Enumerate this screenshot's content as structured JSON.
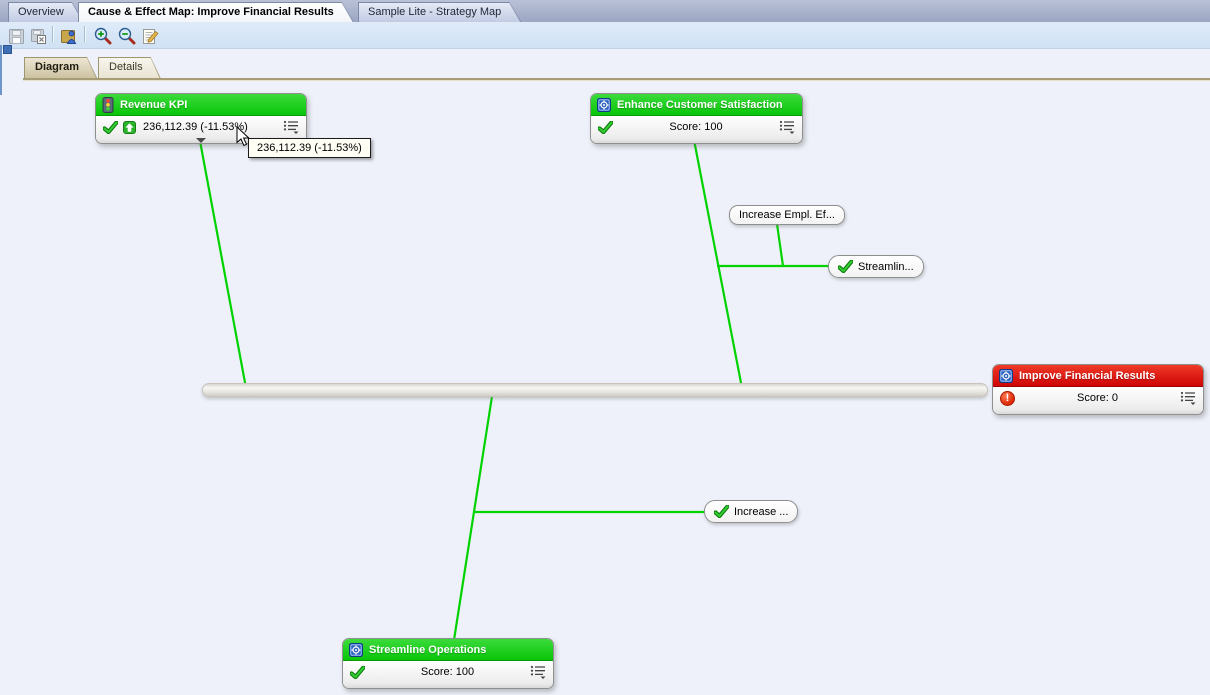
{
  "window": {
    "tabs": [
      {
        "label": "Overview",
        "active": false
      },
      {
        "label": "Cause & Effect Map: Improve Financial Results",
        "active": true
      },
      {
        "label": "Sample Lite - Strategy Map",
        "active": false
      }
    ]
  },
  "toolbar": {
    "icons": [
      "save-icon",
      "save-as-icon",
      "open-catalog-icon",
      "zoom-in-icon",
      "zoom-out-icon",
      "edit-properties-icon"
    ]
  },
  "view_tabs": [
    {
      "label": "Diagram",
      "active": true
    },
    {
      "label": "Details",
      "active": false
    }
  ],
  "diagram": {
    "nodes": {
      "revenue_kpi": {
        "title": "Revenue KPI",
        "value": "236,112.39 (-11.53%)",
        "type": "kpi",
        "status": "ok"
      },
      "enhance_customer_satisfaction": {
        "title": "Enhance Customer Satisfaction",
        "value": "Score: 100",
        "type": "objective",
        "status": "ok"
      },
      "improve_financial_results": {
        "title": "Improve Financial Results",
        "value": "Score: 0",
        "type": "objective",
        "status": "alert"
      },
      "streamline_operations": {
        "title": "Streamline Operations",
        "value": "Score: 100",
        "type": "objective",
        "status": "ok"
      },
      "increase_empl_ef": {
        "label": "Increase Empl. Ef..."
      },
      "streamline_collapsed": {
        "label": "Streamlin..."
      },
      "increase_collapsed": {
        "label": "Increase ..."
      }
    },
    "tooltip": {
      "text": "236,112.39 (-11.53%)"
    }
  },
  "colors": {
    "canvas-bg": "#eef1fa",
    "toolbar-bg": "#dfebf9",
    "active-subtab-bg": "#cdc3a2",
    "header-green": "#09c609",
    "header-green-light": "#3bdb3b",
    "header-red": "#cf0505",
    "header-red-light": "#ef3a28",
    "connector-green": "#00d300"
  }
}
